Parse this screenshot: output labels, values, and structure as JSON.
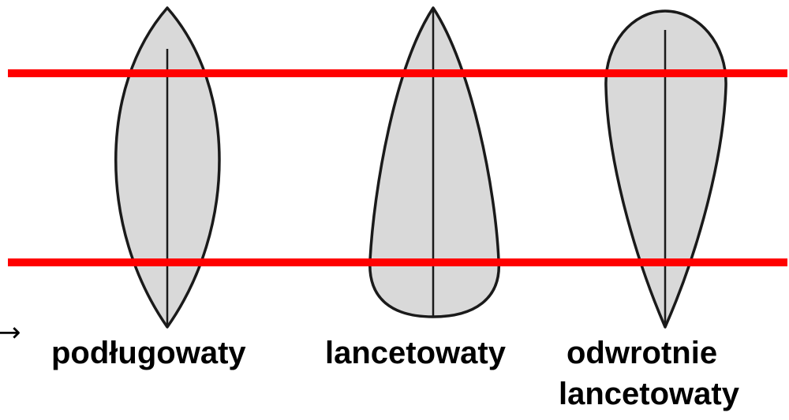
{
  "leaves": [
    {
      "label": "podługowaty"
    },
    {
      "label": "lancetowaty"
    },
    {
      "label_line1": "odwrotnie",
      "label_line2": "lancetowaty"
    }
  ],
  "arrow": "→",
  "colors": {
    "guide_line": "#ff0000",
    "leaf_fill": "#d9d9d9",
    "outline": "#1a1a1a"
  }
}
